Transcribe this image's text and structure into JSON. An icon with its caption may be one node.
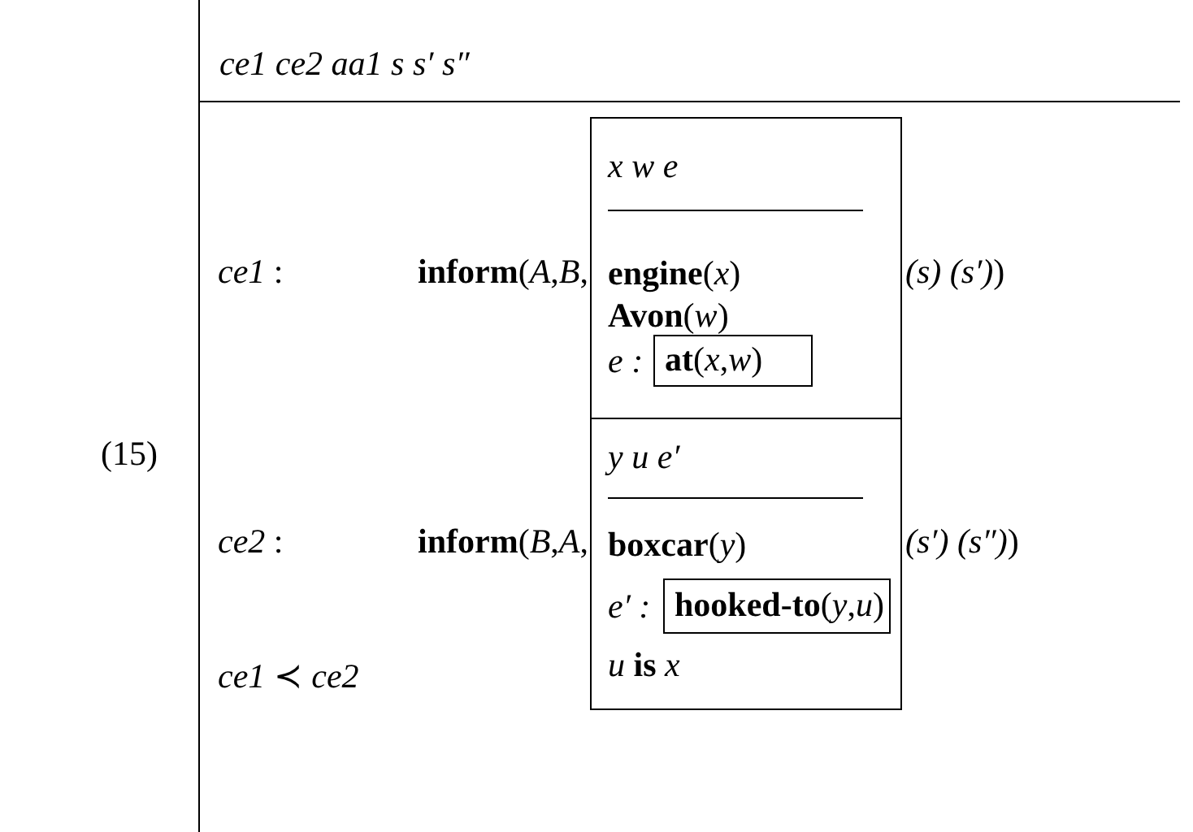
{
  "diagram": {
    "nodes": [
      {
        "text": [
          "ce1 ce2 aa1 s s′ s″"
        ]
      },
      {
        "text": [
          "x w e",
          "**engine**(*x*)",
          "**Avon**(*w*)",
          "*e :*"
        ],
        "in": 0
      },
      {
        "text": [
          "**at**(*x*,*w*)"
        ],
        "in": 1
      },
      {
        "text": [
          "y u e′",
          "**boxcar**(*y*)",
          "*e′ :*",
          "*u* **is** *x*"
        ],
        "in": 0
      },
      {
        "text": [
          "**hooked-to**(*y*,*u*)"
        ],
        "in": 3
      }
    ],
    "labels": [
      "(15)",
      "*ce1* :",
      "**inform**(*A*,*B*,",
      "*(s) (s′)*)",
      "*ce2* :",
      "**inform**(*B*,*A*,",
      "*(s′) (s″)*)",
      "*ce1* ≺ *ce2*"
    ]
  }
}
